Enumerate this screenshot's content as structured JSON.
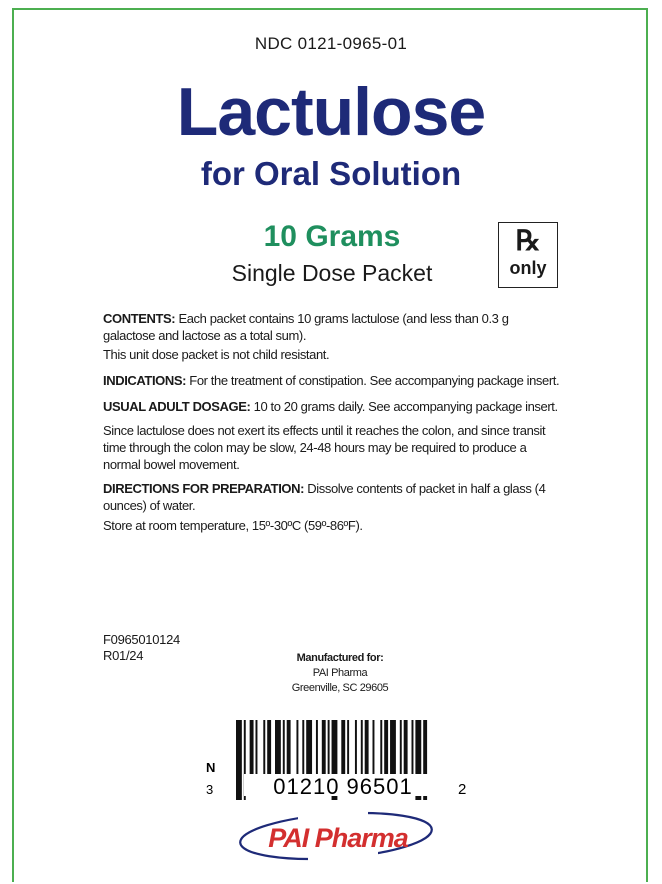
{
  "label": {
    "ndc": "NDC 0121-0965-01",
    "title": "Lactulose",
    "subtitle": "for Oral Solution",
    "strength": "10 Grams",
    "packet_type": "Single Dose Packet",
    "rx_symbol": "℞",
    "rx_only": "only"
  },
  "body": {
    "contents_head": "CONTENTS:",
    "contents_text": " Each packet contains 10 grams lactulose (and less than 0.3 g galactose and lactose as a total sum).",
    "child_resistant": "This unit dose packet is not child resistant.",
    "indications_head": "INDICATIONS:",
    "indications_text": " For the treatment of constipation. See accompanying package insert.",
    "dosage_head": "USUAL ADULT DOSAGE:",
    "dosage_text": " 10 to 20 grams daily. See accompanying package insert.",
    "effects_text": "Since lactulose does not exert its effects until it reaches the colon, and since transit time through the colon may be slow, 24-48 hours may be required to produce a normal bowel movement.",
    "directions_head": "DIRECTIONS FOR PREPARATION:",
    "directions_text": " Dissolve contents of packet in half a glass (4 ounces) of water.",
    "storage_text": "Store at room temperature, 15º-30ºC (59º-86ºF)."
  },
  "codes": {
    "product_code": "F0965010124",
    "revision": "R01/24"
  },
  "manufacturer": {
    "heading": "Manufactured for:",
    "name": "PAI Pharma",
    "location": "Greenville, SC 29605"
  },
  "barcode": {
    "prefix_letter": "N",
    "prefix_digit": "3",
    "digits": "01210 96501",
    "check_digit": "2"
  },
  "logo": {
    "text": "PAI Pharma",
    "color": "#d32f2f",
    "outline_color": "#1e2a78"
  },
  "colors": {
    "title": "#1e2a78",
    "strength": "#1f8f5e",
    "border": "#4caf50"
  }
}
